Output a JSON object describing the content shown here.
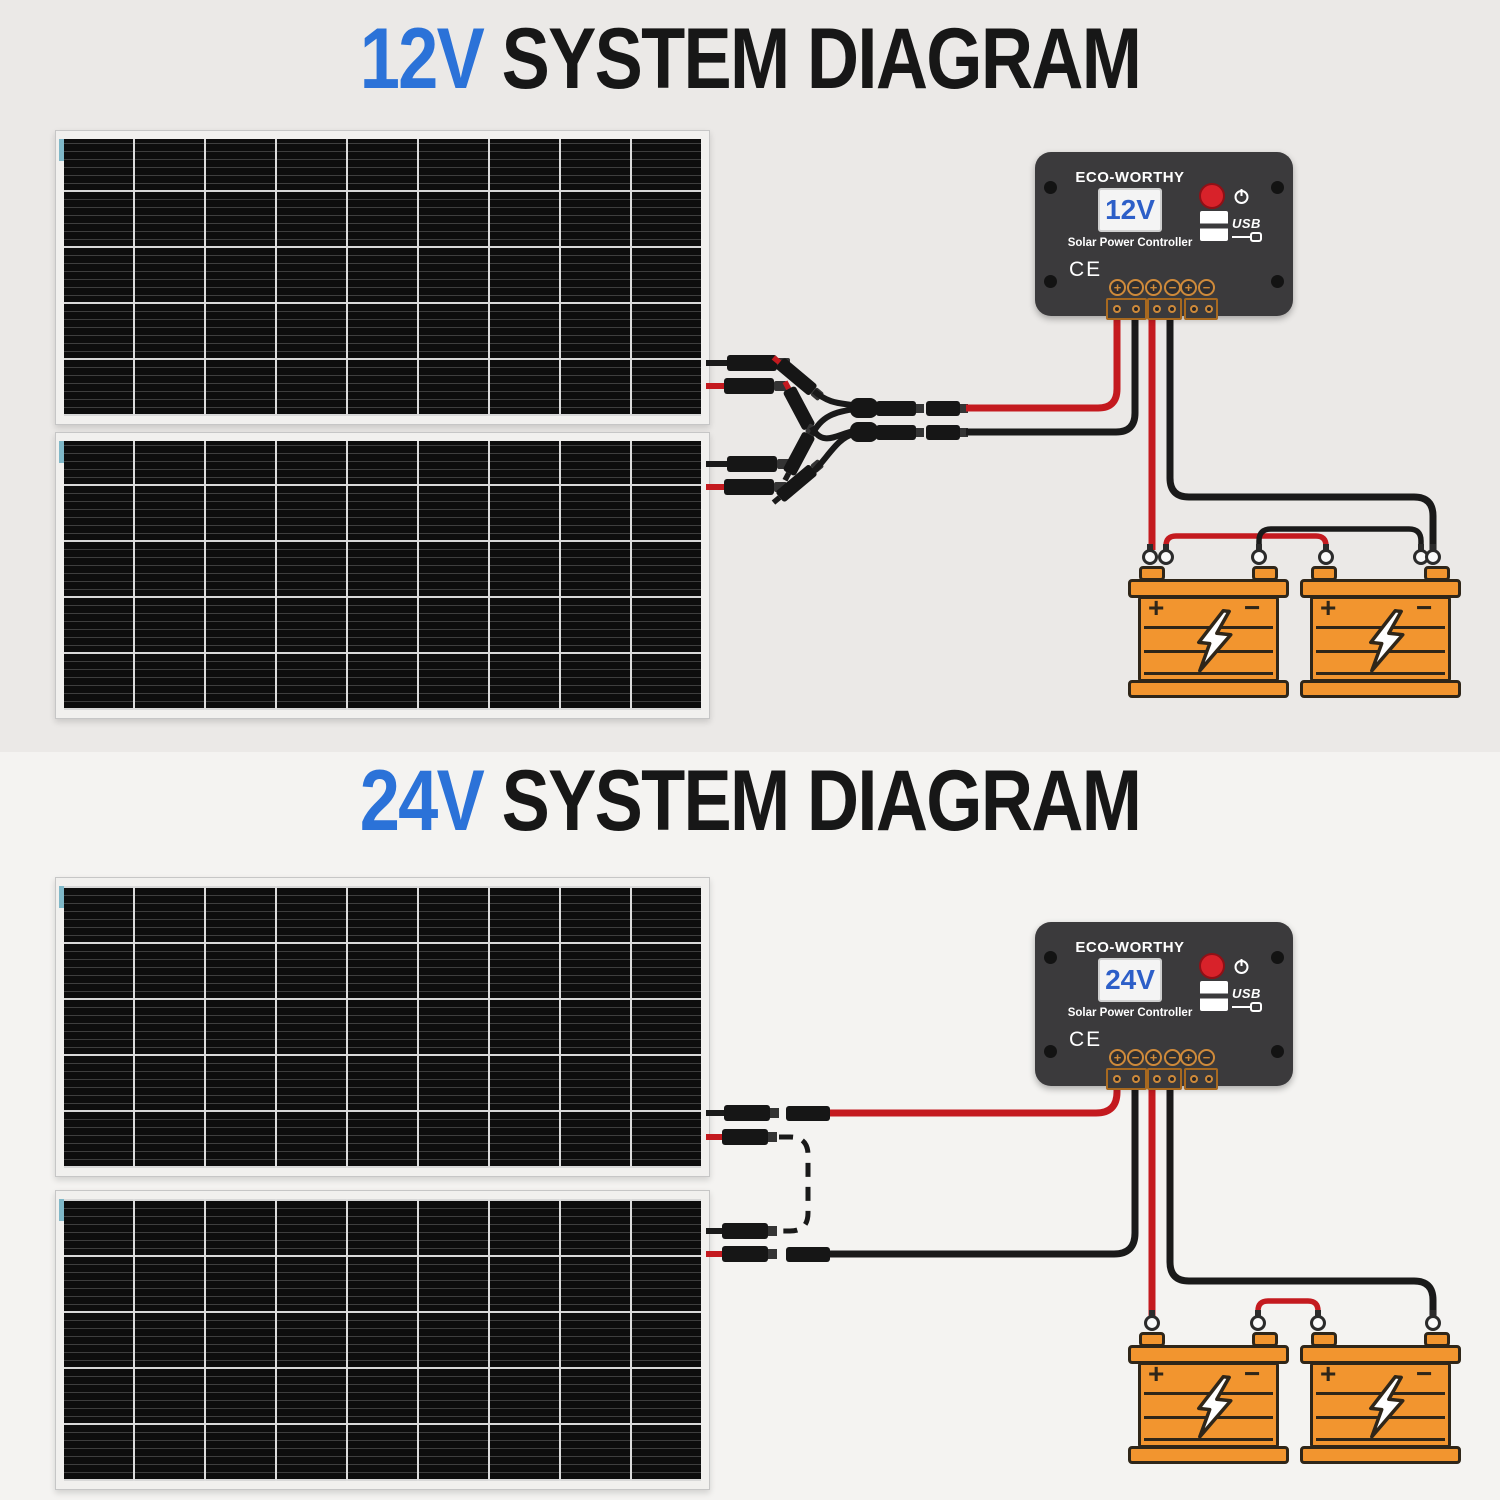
{
  "sections": [
    {
      "title": {
        "accent": "12V",
        "rest": " SYSTEM DIAGRAM"
      },
      "controller": {
        "brand": "ECO-WORTHY",
        "lcd": "12V",
        "label": "Solar Power Controller",
        "ce": "CE",
        "usb": "USB",
        "terminal_signs": [
          "+",
          "−",
          "+",
          "−",
          "+",
          "−"
        ]
      },
      "wiring": "two panels in parallel via Y-branch MC4 connectors; two batteries in parallel"
    },
    {
      "title": {
        "accent": "24V",
        "rest": " SYSTEM DIAGRAM"
      },
      "controller": {
        "brand": "ECO-WORTHY",
        "lcd": "24V",
        "label": "Solar Power Controller",
        "ce": "CE",
        "usb": "USB",
        "terminal_signs": [
          "+",
          "−",
          "+",
          "−",
          "+",
          "−"
        ]
      },
      "wiring": "two panels in series via dashed jumper; two batteries in series"
    }
  ],
  "battery": {
    "plus": "+",
    "minus": "−"
  },
  "colors": {
    "bg-top": "#ebe9e7",
    "bg-bottom": "#f4f3f1",
    "blue": "#2b72d8",
    "ink": "#171717",
    "wire-red": "#c41a1f",
    "wire-black": "#1a1a1a",
    "orange": "#f2952f",
    "dk": "#2f2619",
    "ctrl": "#3b3a3c",
    "lcd-blue": "#2d5fc8",
    "term": "#cf8a3a",
    "term-block": "#a8691f"
  }
}
